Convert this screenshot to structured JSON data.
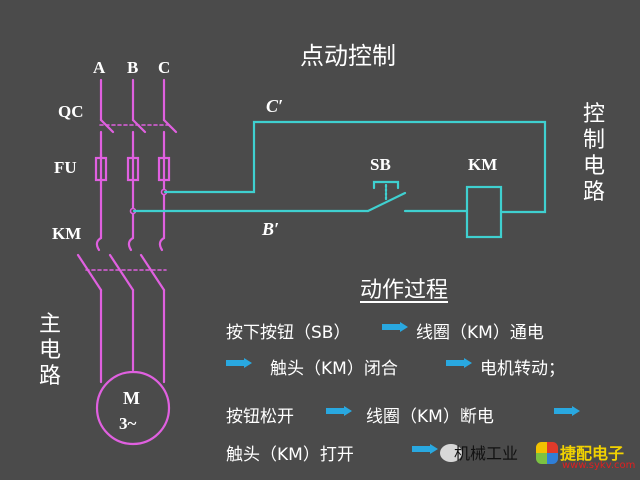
{
  "title": "点动控制",
  "phases": {
    "a": "A",
    "b": "B",
    "c": "C"
  },
  "component_labels": {
    "qc": "QC",
    "fu": "FU",
    "km_main": "KM",
    "sb": "SB",
    "km_coil": "KM",
    "c_prime": "C′",
    "b_prime": "B′"
  },
  "main_circuit_label": [
    "主",
    "电",
    "路"
  ],
  "control_circuit_label": [
    "控",
    "制",
    "电",
    "路"
  ],
  "motor": {
    "line1": "M",
    "line2": "3~"
  },
  "process_heading": "动作过程",
  "process_steps": {
    "s1": "按下按钮（SB）",
    "s2": "线圈（KM）通电",
    "s3": "触头（KM）闭合",
    "s4": "电机转动；",
    "s5": "按钮松开",
    "s6": "线圈（KM）断电",
    "s7": "触头（KM）打开",
    "s8": "机械工业"
  },
  "watermark": {
    "main": "捷配电子",
    "url": "www.sykv.com"
  },
  "colors": {
    "background": "#4b4b4b",
    "main_circuit": "#e060e0",
    "control_circuit": "#3fd0d0",
    "arrow": "#29a8e0",
    "text": "#ffffff"
  }
}
